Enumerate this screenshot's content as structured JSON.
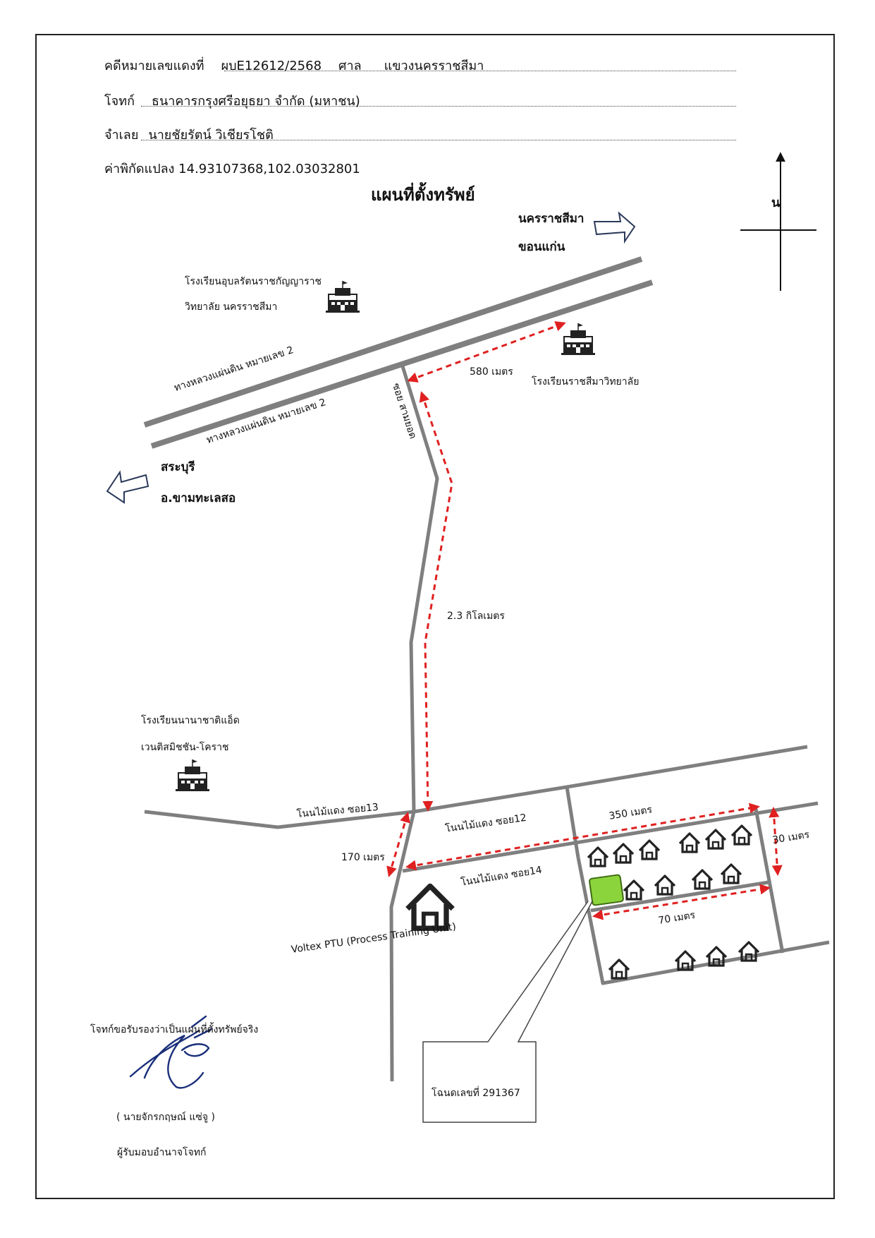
{
  "header": {
    "case_label": "คดีหมายเลขแดงที่",
    "case_number": "ผบE12612/2568",
    "court_label": "ศาล",
    "court_name": "แขวงนครราชสีมา",
    "plaintiff_label": "โจทก์",
    "plaintiff_name": "ธนาคารกรุงศรีอยุธยา จำกัด (มหาชน)",
    "defendant_label": "จำเลย",
    "defendant_name": "นายชัยรัตน์ วิเชียรโชติ",
    "coords_text": "ค่าพิกัดแปลง 14.93107368,102.03032801"
  },
  "title": "แผนที่ตั้งทรัพย์",
  "north_label": "น",
  "directions": {
    "ne_line1": "นครราชสีมา",
    "ne_line2": "ขอนแก่น",
    "sw_line1": "สระบุรี",
    "sw_line2": "อ.ขามทะเลสอ"
  },
  "roads": {
    "highway_upper": "ทางหลวงแผ่นดิน หมายเลข 2",
    "highway_lower": "ทางหลวงแผ่นดิน หมายเลข 2",
    "soi": "ซอย สามยอด",
    "soi13": "โนนไม้แดง ซอย13",
    "soi12": "โนนไม้แดง ซอย12",
    "soi14": "โนนไม้แดง ซอย14"
  },
  "landmarks": {
    "school1_line1": "โรงเรียนอุบลรัตนราชกัญญาราช",
    "school1_line2": "วิทยาลัย นครราชสีมา",
    "school2": "โรงเรียนราชสีมาวิทยาลัย",
    "school3_line1": "โรงเรียนนานาชาติแอ็ด",
    "school3_line2": "เวนติสมิชชัน-โคราช",
    "voltex": "Voltex PTU (Process Training Unit)"
  },
  "distances": {
    "d580": "580 เมตร",
    "d23": "2.3 กิโลเมตร",
    "d170": "170 เมตร",
    "d350": "350 เมตร",
    "d30": "30 เมตร",
    "d70": "70 เมตร"
  },
  "deed_label": "โฉนดเลขที่ 291367",
  "signature": {
    "certify": "โจทก์ขอรับรองว่าเป็นแผนที่ตั้งทรัพย์จริง",
    "name": "( นายจักรกฤษณ์ แซ่จู )",
    "role": "ผู้รับมอบอำนาจโจทก์"
  },
  "colors": {
    "road": "#7f7f7f",
    "route": "#e02020",
    "parcel": "#8cd43c",
    "ink": "#1a2f7a"
  }
}
